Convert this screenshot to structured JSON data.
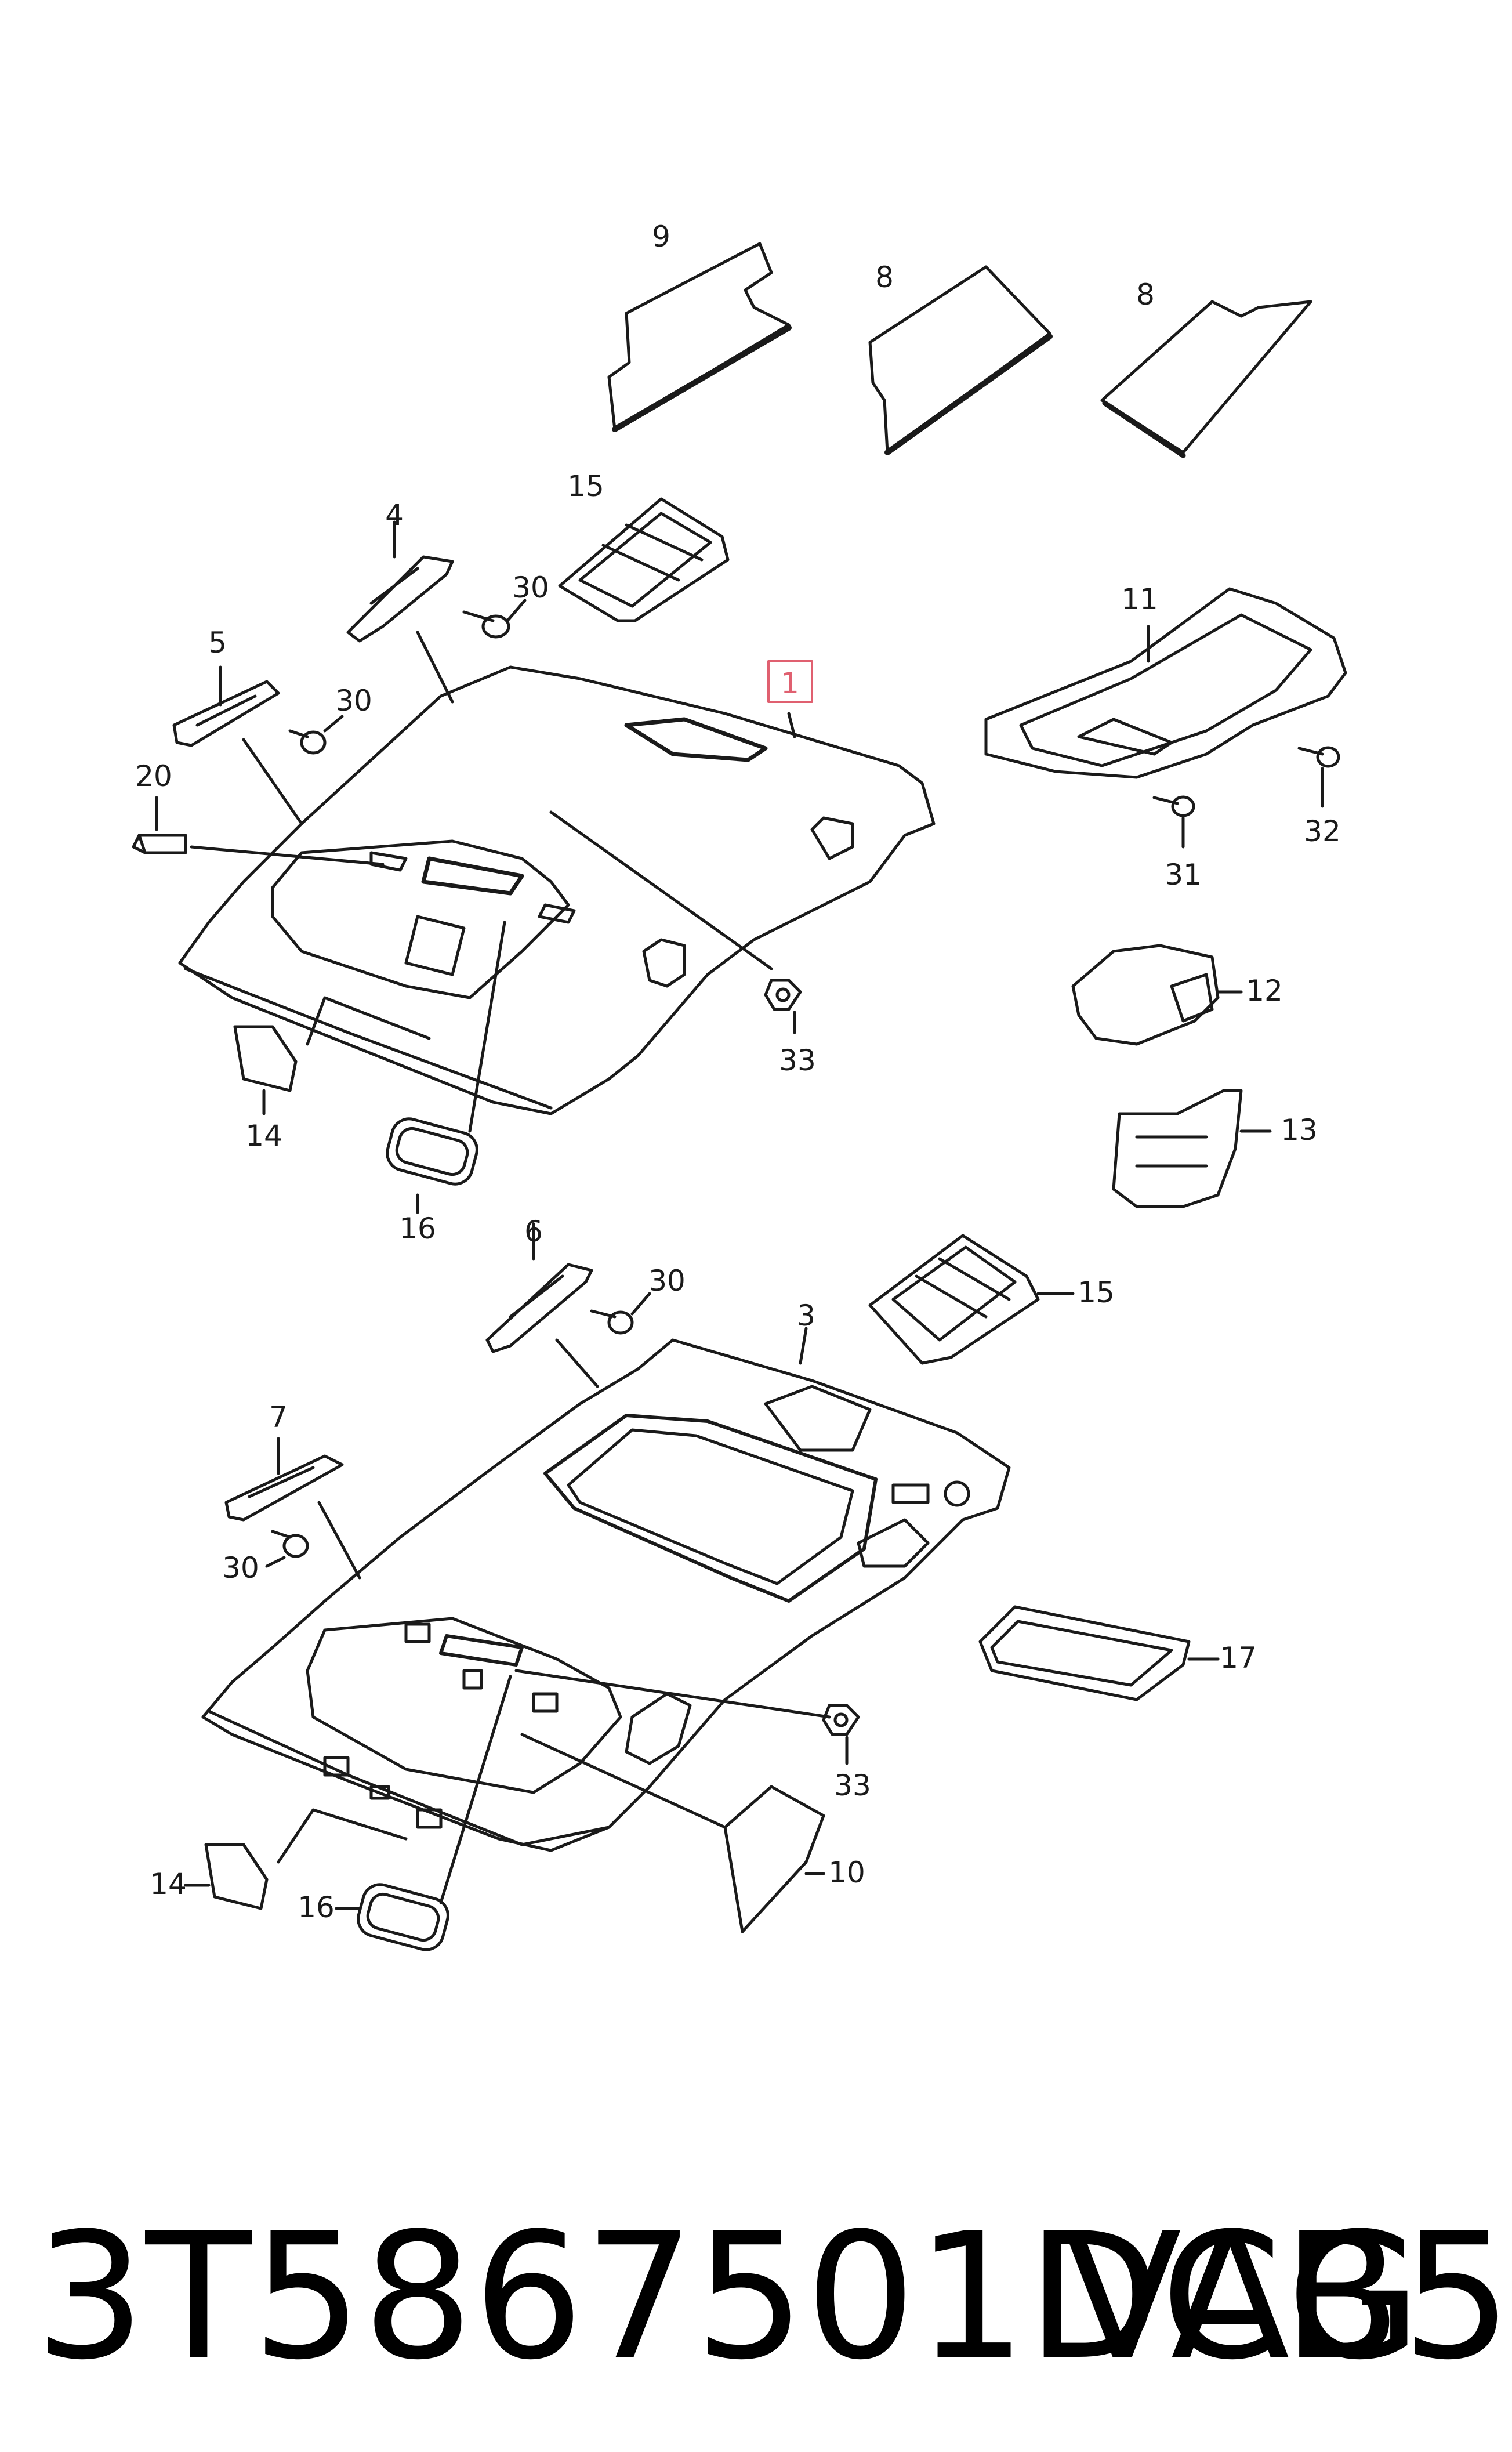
{
  "diagram": {
    "callouts": {
      "c1": "1",
      "c3": "3",
      "c4": "4",
      "c5": "5",
      "c6": "6",
      "c7": "7",
      "c8a": "8",
      "c8b": "8",
      "c9": "9",
      "c10": "10",
      "c11": "11",
      "c12": "12",
      "c13": "13",
      "c14a": "14",
      "c14b": "14",
      "c15a": "15",
      "c15b": "15",
      "c16a": "16",
      "c16b": "16",
      "c17": "17",
      "c20": "20",
      "c30a": "30",
      "c30b": "30",
      "c30c": "30",
      "c30d": "30",
      "c31": "31",
      "c32": "32",
      "c33a": "33",
      "c33b": "33"
    },
    "highlight_color": "#e06070"
  },
  "footer": {
    "part_number": "3T5867501DCB5",
    "brand": "VAG"
  }
}
